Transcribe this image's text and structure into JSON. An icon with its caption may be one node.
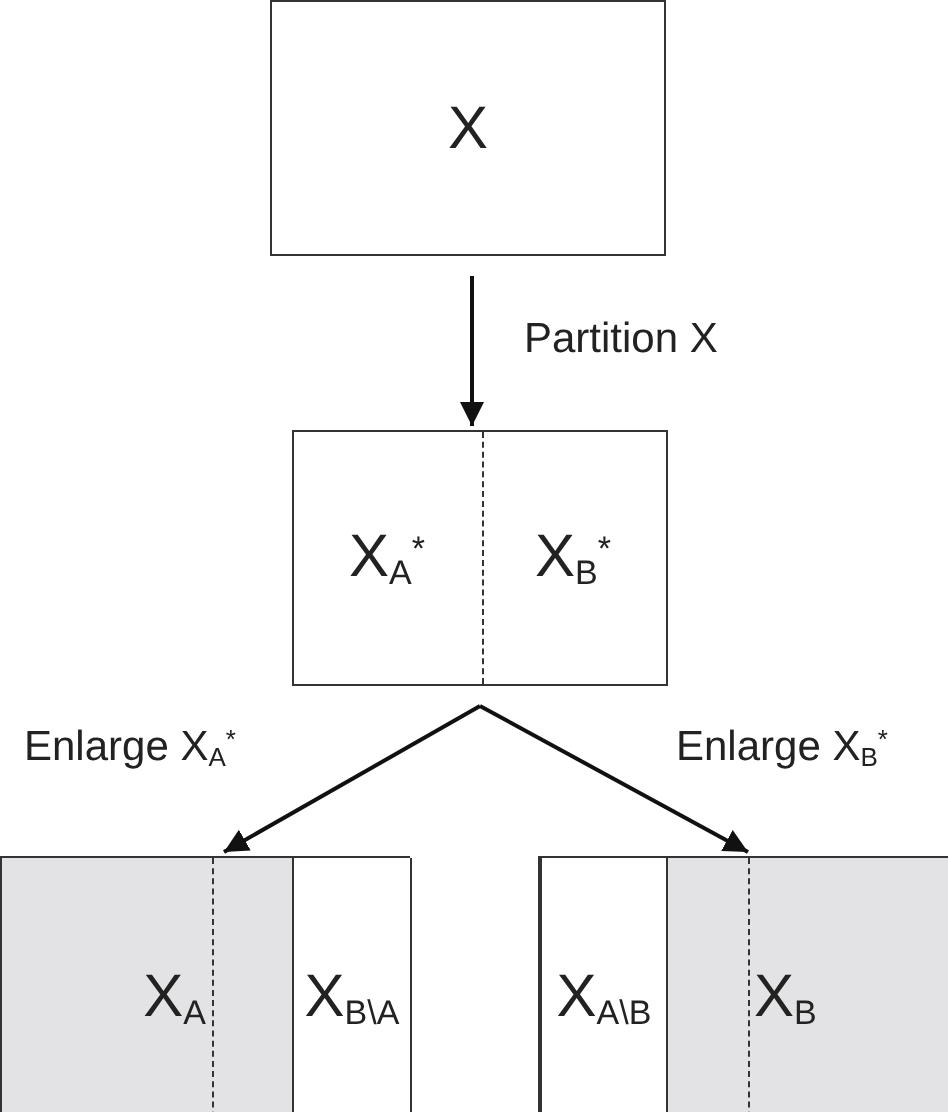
{
  "diagram": {
    "nodes": [
      {
        "text": [
          "X"
        ]
      },
      {
        "text": [
          "X$_{A}$$^{*}$",
          "X$_{B}$$^{*}$"
        ]
      },
      {
        "text": [],
        "shape": "box"
      },
      {
        "text": [
          "X$_{A}$"
        ],
        "in": 2
      },
      {
        "text": [
          "X$_{B\\A}$"
        ],
        "in": 2
      },
      {
        "text": [],
        "shape": "box"
      },
      {
        "text": [
          "X$_{A\\B}$"
        ],
        "in": 5
      },
      {
        "text": [
          "X$_{B}$"
        ],
        "in": 5
      }
    ],
    "edges": [
      {
        "from": 0,
        "to": 1,
        "arrow": "to",
        "label": "Partition X"
      },
      {
        "from": 1,
        "to": 2,
        "arrow": "to",
        "label": "Enlarge X$_{A}$$^{*}$"
      },
      {
        "from": 1,
        "to": 5,
        "arrow": "to",
        "label": "Enlarge X$_{B}$$^{*}$"
      }
    ]
  }
}
